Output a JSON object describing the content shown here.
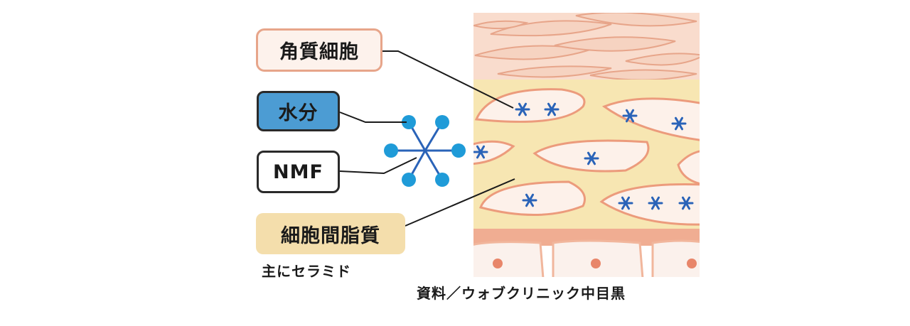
{
  "labels": {
    "corneocyte": "角質細胞",
    "water": "水分",
    "nmf": "NMF",
    "intercellular_lipid": "細胞間脂質",
    "ceramide_note": "主にセラミド",
    "source": "資料／ウォブクリニック中目黒"
  },
  "colors": {
    "lipid_background": "#f7e6b2",
    "corneocyte_fill": "#fdf1ea",
    "corneocyte_border": "#ec9b7c",
    "water_blue": "#4c9cd3",
    "molecule_blue": "#1f9bd8",
    "sparkle_blue": "#2a63b8",
    "living_cell_fill": "#fbf1ec",
    "living_cell_border": "#f1b69c",
    "nucleus": "#e8866a"
  }
}
